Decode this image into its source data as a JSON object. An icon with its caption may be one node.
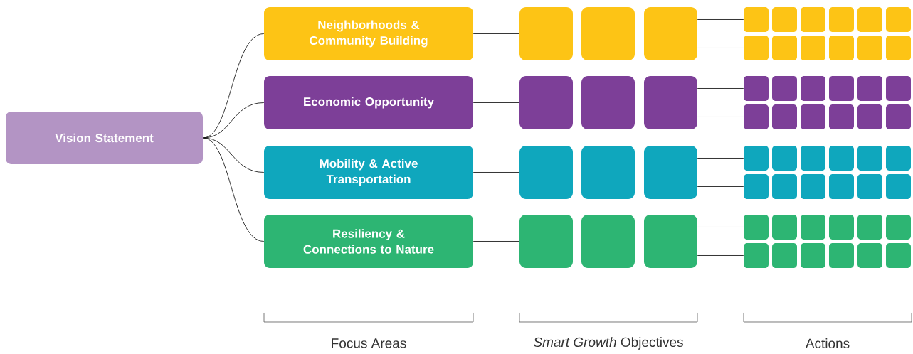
{
  "diagram": {
    "nodes": [
      {
        "text": [
          "Vision Statement"
        ]
      },
      {
        "text": [
          "Neighborhoods & Community Building"
        ]
      },
      {
        "text": [],
        "shape": "box"
      },
      {
        "text": [],
        "shape": "box"
      },
      {
        "text": [],
        "shape": "box"
      },
      {
        "text": [],
        "shape": "box"
      },
      {
        "text": [],
        "shape": "box"
      },
      {
        "text": [],
        "shape": "box"
      },
      {
        "text": [],
        "shape": "box"
      },
      {
        "text": [],
        "shape": "box"
      },
      {
        "text": [],
        "shape": "box"
      },
      {
        "text": [],
        "shape": "box"
      },
      {
        "text": [],
        "shape": "box"
      },
      {
        "text": [],
        "shape": "box"
      },
      {
        "text": [],
        "shape": "box"
      },
      {
        "text": [],
        "shape": "box"
      },
      {
        "text": [],
        "shape": "box"
      },
      {
        "text": [
          "Economic Opportunity"
        ]
      },
      {
        "text": [],
        "shape": "box"
      },
      {
        "text": [],
        "shape": "box"
      },
      {
        "text": [],
        "shape": "box"
      },
      {
        "text": [],
        "shape": "box"
      },
      {
        "text": [],
        "shape": "box"
      },
      {
        "text": [],
        "shape": "box"
      },
      {
        "text": [],
        "shape": "box"
      },
      {
        "text": [],
        "shape": "box"
      },
      {
        "text": [],
        "shape": "box"
      },
      {
        "text": [],
        "shape": "box"
      },
      {
        "text": [],
        "shape": "box"
      },
      {
        "text": [],
        "shape": "box"
      },
      {
        "text": [],
        "shape": "box"
      },
      {
        "text": [],
        "shape": "box"
      },
      {
        "text": [],
        "shape": "box"
      },
      {
        "text": [
          "Mobility & Active Transportation"
        ]
      },
      {
        "text": [],
        "shape": "box"
      },
      {
        "text": [],
        "shape": "box"
      },
      {
        "text": [],
        "shape": "box"
      },
      {
        "text": [],
        "shape": "box"
      },
      {
        "text": [],
        "shape": "box"
      },
      {
        "text": [],
        "shape": "box"
      },
      {
        "text": [],
        "shape": "box"
      },
      {
        "text": [],
        "shape": "box"
      },
      {
        "text": [],
        "shape": "box"
      },
      {
        "text": [],
        "shape": "box"
      },
      {
        "text": [],
        "shape": "box"
      },
      {
        "text": [],
        "shape": "box"
      },
      {
        "text": [],
        "shape": "box"
      },
      {
        "text": [],
        "shape": "box"
      },
      {
        "text": [],
        "shape": "box"
      },
      {
        "text": [
          "Resiliency & Connections to Nature"
        ]
      },
      {
        "text": [],
        "shape": "box"
      },
      {
        "text": [],
        "shape": "box"
      },
      {
        "text": [],
        "shape": "box"
      },
      {
        "text": [],
        "shape": "box"
      },
      {
        "text": [],
        "shape": "box"
      },
      {
        "text": [],
        "shape": "box"
      },
      {
        "text": [],
        "shape": "box"
      },
      {
        "text": [],
        "shape": "box"
      },
      {
        "text": [],
        "shape": "box"
      },
      {
        "text": [],
        "shape": "box"
      },
      {
        "text": [],
        "shape": "box"
      },
      {
        "text": [],
        "shape": "box"
      },
      {
        "text": [],
        "shape": "box"
      },
      {
        "text": [],
        "shape": "box"
      },
      {
        "text": [],
        "shape": "box"
      }
    ],
    "edges": [
      {
        "from": 0,
        "to": 1,
        "arrow": "none"
      },
      {
        "from": 0,
        "to": 17,
        "arrow": "none"
      },
      {
        "from": 0,
        "to": 33,
        "arrow": "none"
      },
      {
        "from": 0,
        "to": 49,
        "arrow": "none"
      },
      {
        "from": 1,
        "to": 2,
        "arrow": "none"
      },
      {
        "from": 4,
        "to": 5,
        "arrow": "none"
      },
      {
        "from": 4,
        "to": 11,
        "arrow": "none"
      },
      {
        "from": 17,
        "to": 18,
        "arrow": "none"
      },
      {
        "from": 20,
        "to": 21,
        "arrow": "none"
      },
      {
        "from": 20,
        "to": 27,
        "arrow": "none"
      },
      {
        "from": 33,
        "to": 34,
        "arrow": "none"
      },
      {
        "from": 36,
        "to": 37,
        "arrow": "none"
      },
      {
        "from": 36,
        "to": 43,
        "arrow": "none"
      },
      {
        "from": 49,
        "to": 50,
        "arrow": "none"
      },
      {
        "from": 52,
        "to": 53,
        "arrow": "none"
      },
      {
        "from": 52,
        "to": 59,
        "arrow": "none"
      }
    ],
    "labels": [
      "Focus Areas",
      "*Smart Growth* Objectives",
      "Actions"
    ]
  }
}
